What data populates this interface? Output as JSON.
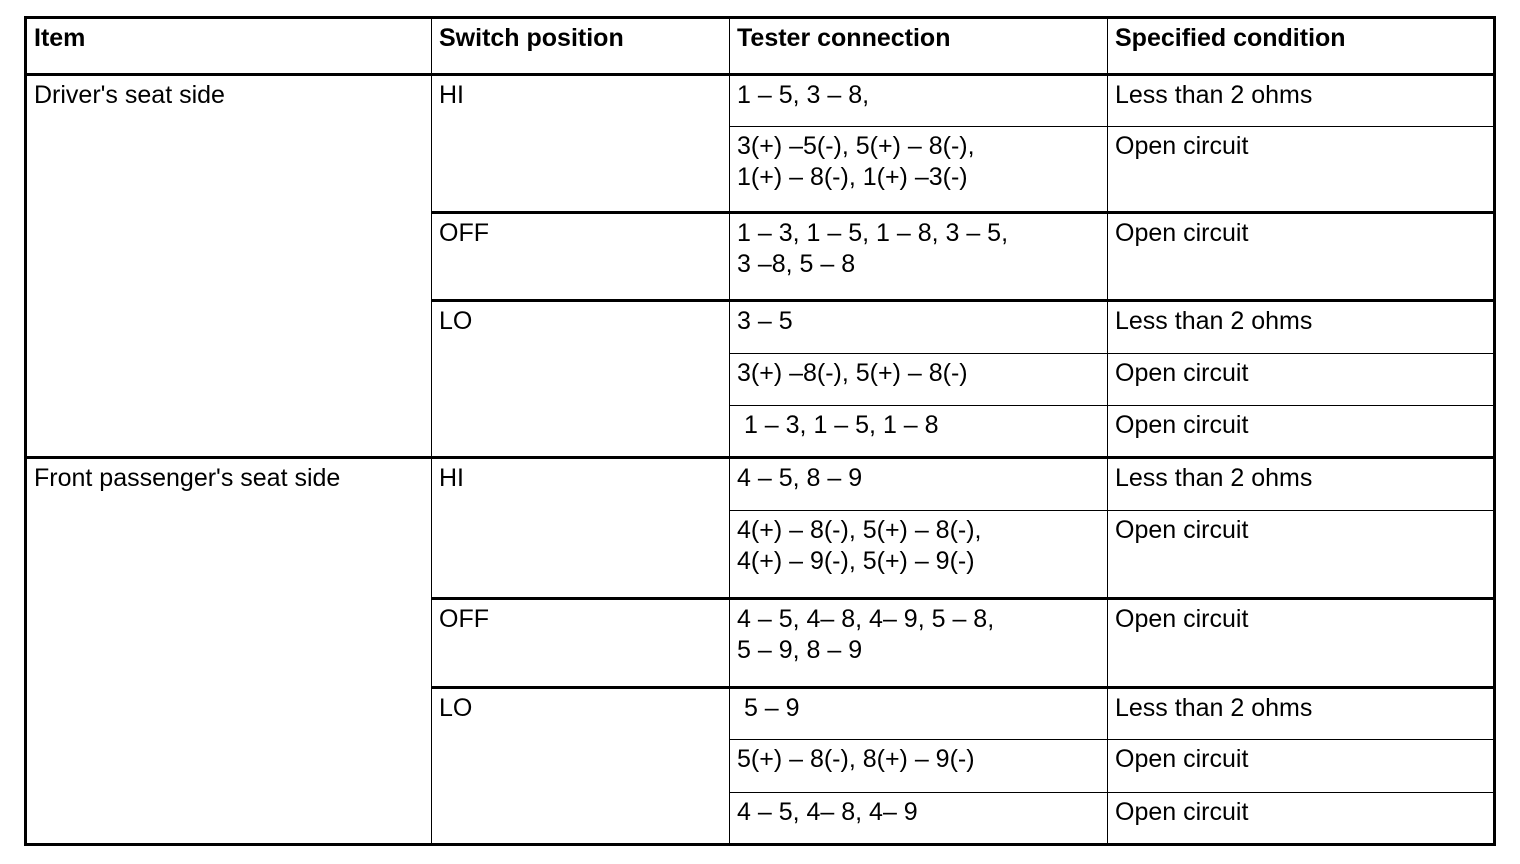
{
  "table": {
    "headers": {
      "item": "Item",
      "switch_position": "Switch position",
      "tester_connection": "Tester connection",
      "specified_condition": "Specified condition"
    },
    "sections": [
      {
        "item": "Driver's seat side",
        "groups": [
          {
            "switch_position": "HI",
            "rows": [
              {
                "tester_connection": "1 – 5, 3 – 8,",
                "specified_condition": "Less than 2 ohms"
              },
              {
                "tester_connection": "3(+) –5(-), 5(+) – 8(-),\n1(+) – 8(-), 1(+) –3(-)",
                "specified_condition": "Open circuit"
              }
            ]
          },
          {
            "switch_position": "OFF",
            "rows": [
              {
                "tester_connection": "1 – 3, 1 – 5, 1 – 8, 3 – 5,\n3 –8, 5 – 8",
                "specified_condition": "Open circuit"
              }
            ]
          },
          {
            "switch_position": "LO",
            "rows": [
              {
                "tester_connection": "3 – 5",
                "specified_condition": "Less than 2 ohms"
              },
              {
                "tester_connection": "3(+) –8(-), 5(+) – 8(-)",
                "specified_condition": "Open circuit"
              },
              {
                "tester_connection": " 1 – 3, 1 – 5, 1 – 8",
                "specified_condition": "Open circuit"
              }
            ]
          }
        ]
      },
      {
        "item": "Front passenger's seat side",
        "groups": [
          {
            "switch_position": "HI",
            "rows": [
              {
                "tester_connection": "4 – 5, 8 – 9",
                "specified_condition": "Less than 2 ohms"
              },
              {
                "tester_connection": "4(+) – 8(-), 5(+) – 8(-),\n4(+) – 9(-), 5(+) – 9(-)",
                "specified_condition": "Open circuit"
              }
            ]
          },
          {
            "switch_position": "OFF",
            "rows": [
              {
                "tester_connection": "4 – 5, 4– 8, 4– 9, 5 – 8,\n5 – 9, 8 – 9",
                "specified_condition": "Open circuit"
              }
            ]
          },
          {
            "switch_position": "LO",
            "rows": [
              {
                "tester_connection": " 5 – 9",
                "specified_condition": "Less than 2 ohms"
              },
              {
                "tester_connection": "5(+) – 8(-), 8(+) – 9(-)",
                "specified_condition": "Open circuit"
              },
              {
                "tester_connection": "4 – 5, 4– 8, 4– 9",
                "specified_condition": "Open circuit"
              }
            ]
          }
        ]
      }
    ]
  },
  "colors": {
    "border": "#000000",
    "text": "#000000",
    "background": "#ffffff"
  }
}
